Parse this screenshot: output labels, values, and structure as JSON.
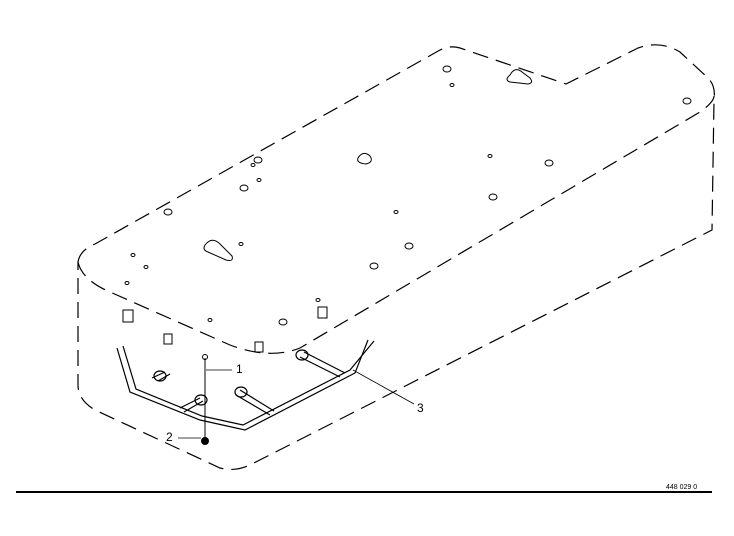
{
  "callouts": {
    "c1": "1",
    "c2": "2",
    "c3": "3"
  },
  "drawing_number": "448 029 0",
  "colors": {
    "line": "#000000",
    "background": "#ffffff"
  }
}
